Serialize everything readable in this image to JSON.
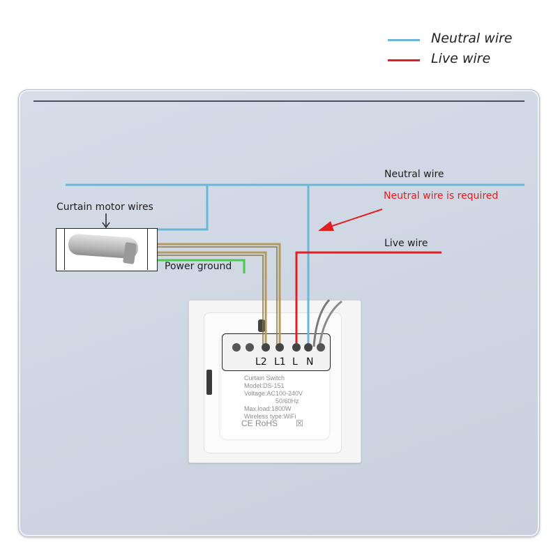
{
  "legend": {
    "neutral_label": "Neutral wire",
    "live_label": "Live wire",
    "neutral_color": "#6bb7d6",
    "live_color": "#e02020"
  },
  "labels": {
    "neutral_wire": "Neutral wire",
    "neutral_required": "Neutral wire is required",
    "live_wire": "Live wire",
    "curtain_motor_wires": "Curtain motor wires",
    "power_ground": "Power ground"
  },
  "terminals": [
    "L2",
    "L1",
    "L",
    "N"
  ],
  "switch_specs": {
    "lines": [
      "Curtain Switch",
      "Model:DS-151",
      "Voltage:AC100-240V",
      "50/60Hz",
      "Max.load:1800W",
      "Wireless type:WiFi"
    ],
    "certifications": "CE RoHS"
  },
  "colors": {
    "motor_wire": "#b49a5c",
    "ground_wire": "#4cc94c",
    "arrow": "#e02020"
  }
}
